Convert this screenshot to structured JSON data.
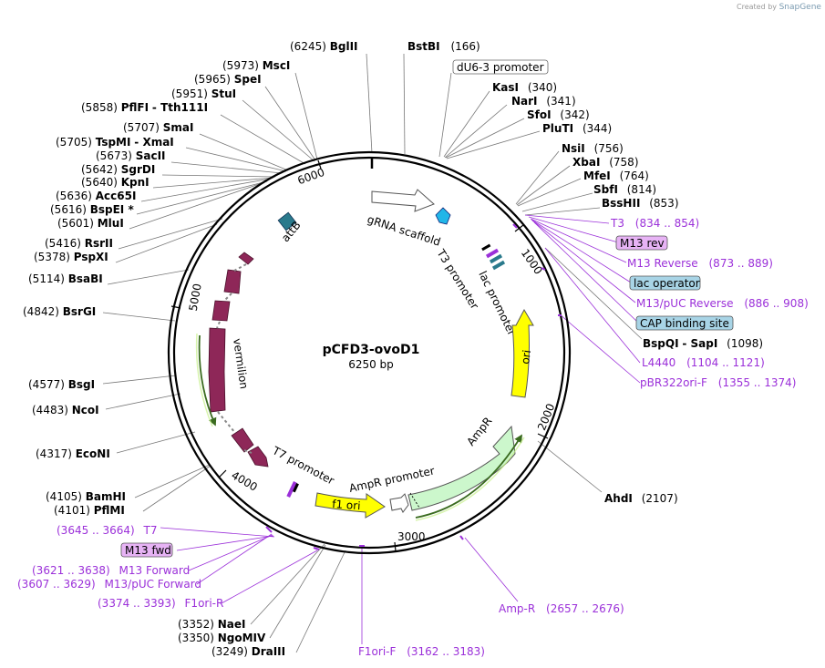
{
  "credit": {
    "prefix": "Created by",
    "brand": "SnapGene"
  },
  "plasmid": {
    "name": "pCFD3-ovoD1",
    "size": "6250 bp"
  },
  "ticks": [
    "1000",
    "2000",
    "3000",
    "4000",
    "5000",
    "6000"
  ],
  "features": {
    "attB": "attB",
    "grna": "gRNA scaffold",
    "t3_promoter": "T3 promoter",
    "lac_promoter": "lac promoter",
    "ori": "ori",
    "ampr": "AmpR",
    "ampr_promoter": "AmpR promoter",
    "f1_ori": "f1 ori",
    "t7_promoter": "T7 promoter",
    "vermilion": "vermilion"
  },
  "sites_left": [
    {
      "pos": "(6245)",
      "name": "BglII"
    },
    {
      "pos": "(5973)",
      "name": "MscI"
    },
    {
      "pos": "(5965)",
      "name": "SpeI"
    },
    {
      "pos": "(5951)",
      "name": "StuI"
    },
    {
      "pos": "(5858)",
      "name": "PflFI",
      "extra": "- Tth111I"
    },
    {
      "pos": "(5707)",
      "name": "SmaI"
    },
    {
      "pos": "(5705)",
      "name": "TspMI",
      "extra": "- XmaI"
    },
    {
      "pos": "(5673)",
      "name": "SacII"
    },
    {
      "pos": "(5642)",
      "name": "SgrDI"
    },
    {
      "pos": "(5640)",
      "name": "KpnI"
    },
    {
      "pos": "(5636)",
      "name": "Acc65I"
    },
    {
      "pos": "(5616)",
      "name": "BspEI *"
    },
    {
      "pos": "(5601)",
      "name": "MluI"
    },
    {
      "pos": "(5416)",
      "name": "RsrII"
    },
    {
      "pos": "(5378)",
      "name": "PspXI"
    },
    {
      "pos": "(5114)",
      "name": "BsaBI"
    },
    {
      "pos": "(4842)",
      "name": "BsrGI"
    },
    {
      "pos": "(4577)",
      "name": "BsgI"
    },
    {
      "pos": "(4483)",
      "name": "NcoI"
    },
    {
      "pos": "(4317)",
      "name": "EcoNI"
    },
    {
      "pos": "(4105)",
      "name": "BamHI"
    },
    {
      "pos": "(4101)",
      "name": "PflMI"
    },
    {
      "pos": "(3352)",
      "name": "NaeI"
    },
    {
      "pos": "(3350)",
      "name": "NgoMIV"
    },
    {
      "pos": "(3249)",
      "name": "DraIII"
    }
  ],
  "sites_right": [
    {
      "name": "BstBI",
      "pos": "(166)"
    },
    {
      "name": "KasI",
      "pos": "(340)"
    },
    {
      "name": "NarI",
      "pos": "(341)"
    },
    {
      "name": "SfoI",
      "pos": "(342)"
    },
    {
      "name": "PluTI",
      "pos": "(344)"
    },
    {
      "name": "NsiI",
      "pos": "(756)"
    },
    {
      "name": "XbaI",
      "pos": "(758)"
    },
    {
      "name": "MfeI",
      "pos": "(764)"
    },
    {
      "name": "SbfI",
      "pos": "(814)"
    },
    {
      "name": "BssHII",
      "pos": "(853)"
    },
    {
      "name": "BspQI",
      "extra": "- SapI",
      "pos": "(1098)"
    },
    {
      "name": "AhdI",
      "pos": "(2107)"
    }
  ],
  "boxes": {
    "du6": "dU6-3 promoter",
    "m13rev": "M13 rev",
    "lacop": "lac operator",
    "cap": "CAP binding site",
    "m13fwd": "M13 fwd"
  },
  "primers_right": [
    {
      "name": "T3",
      "range": "(834 .. 854)"
    },
    {
      "name": "M13 Reverse",
      "range": "(873 .. 889)"
    },
    {
      "name": "M13/pUC Reverse",
      "range": "(886 .. 908)"
    },
    {
      "name": "L4440",
      "range": "(1104 .. 1121)"
    },
    {
      "name": "pBR322ori-F",
      "range": "(1355 .. 1374)"
    }
  ],
  "primers_left": [
    {
      "range": "(3645 .. 3664)",
      "name": "T7"
    },
    {
      "range": "(3621 .. 3638)",
      "name": "M13 Forward"
    },
    {
      "range": "(3607 .. 3629)",
      "name": "M13/pUC Forward"
    },
    {
      "range": "(3374 .. 3393)",
      "name": "F1ori-R"
    }
  ],
  "primers_bottom": [
    {
      "name": "Amp-R",
      "range": "(2657 .. 2676)"
    },
    {
      "name": "F1ori-F",
      "range": "(3162 .. 3183)"
    }
  ],
  "colors": {
    "backbone": "#000000",
    "vermilion": "#8e2758",
    "attB": "#2a7a8c",
    "grna": "#21b6e8",
    "ori": "#ffff00",
    "ampr": "#ccf7cc",
    "f1ori": "#ffff00",
    "primer": "#9b30d9",
    "m13_box": "#e7b3f5",
    "blue_box": "#a8d4e6",
    "feature_arrow_green": "#7bc043"
  }
}
